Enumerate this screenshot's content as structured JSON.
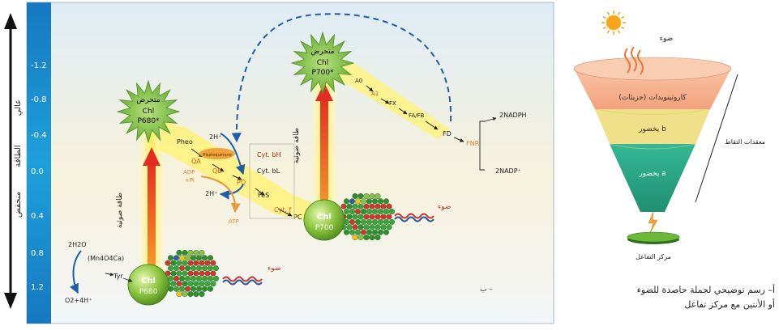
{
  "axis": {
    "upper_label": "عالي",
    "middle_label": "الطاقة",
    "lower_label": "منخفض",
    "ticks": [
      "-1.2",
      "-0.8",
      "-0.4",
      "0.0",
      "0.4",
      "0.8",
      "1.2"
    ]
  },
  "ps2": {
    "excited_top": "متحرض",
    "excited_chl": "Chl",
    "excited_id": "P680*",
    "ground_chl": "Chl",
    "ground_id": "P680",
    "energy_label": "طاقة ضوئية",
    "light_label": "ضوء"
  },
  "ps1": {
    "excited_top": "متحرض",
    "excited_chl": "Chl",
    "excited_id": "P700*",
    "ground_chl": "Chl",
    "ground_id": "P700",
    "energy_label": "طاقة ضوئية",
    "light_label": "ضوء"
  },
  "chain": {
    "pheo": "Pheo",
    "qa": "QA",
    "qb": "QB",
    "pq": "PQ",
    "plastoquinone": "Plastoquinone",
    "cyt_bh": "Cyt. bH",
    "cyt_bl": "Cyt. bL",
    "fes": "FeS",
    "cyt_f": "Cyt. f",
    "pc": "PC",
    "two_h_plus": "2H⁺",
    "two_h_plus_2": "2H⁺",
    "adp": "ADP",
    "pi": "+Pi",
    "atp": "ATP"
  },
  "acceptors": {
    "a0": "A0",
    "a1": "A1",
    "fx": "FX",
    "fa_fb": "FA/FB",
    "fd": "FD",
    "fnr": "FNR",
    "nadph": "2NADPH",
    "nadp": "2NADP⁺"
  },
  "water": {
    "h2o": "2H2O",
    "mn_cluster": "(Mn4O4Ca)",
    "tyr": "Tyr",
    "o2": "O2+4H⁺"
  },
  "panel_b_label": "ب –",
  "funnel": {
    "light_label": "ضوء",
    "carotenoids": "كاروتينويدات (جزيئات)",
    "chl_b": "يخضور b",
    "chl_a": "يخضور a",
    "harvest_label": "معقدات التقاط",
    "reaction_center": "مركز التفاعل",
    "caption_line1": "أ– رسم توضيحي لجملة حاصدة للضوء",
    "caption_line2": "أو الأنتين مع مركز تفاعل"
  },
  "colors": {
    "axis_bar": "#1f9ad6",
    "star": "#7cc242",
    "sphere": "#8cc63f",
    "energy_arrow": "#e8412c",
    "beam": "#fff48a",
    "dashed_arrow": "#1c5fa8",
    "funnel_top": "#f6b089",
    "funnel_mid": "#f1e08a",
    "funnel_bottom": "#2fb191"
  }
}
